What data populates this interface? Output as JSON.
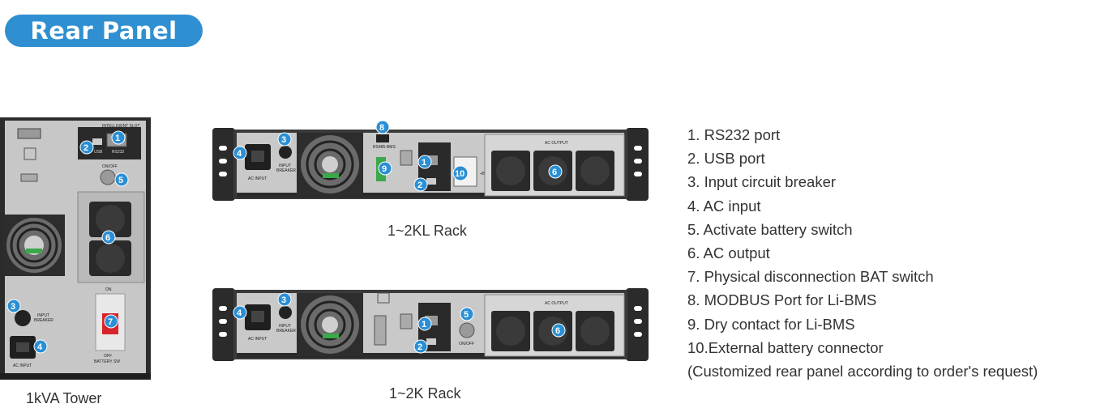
{
  "title": "Rear Panel",
  "captions": {
    "tower": "1kVA Tower",
    "rack_kl": "1~2KL Rack",
    "rack_k": "1~2K Rack"
  },
  "legend": [
    "1. RS232 port",
    "2. USB port",
    "3. Input circuit breaker",
    "4. AC input",
    "5. Activate battery switch",
    "6. AC output",
    "7. Physical disconnection BAT switch",
    "8. MODBUS Port for Li-BMS",
    "9. Dry contact for Li-BMS",
    "10.External battery connector",
    "(Customized rear panel according to order's request)"
  ],
  "panel_labels": {
    "intelligent_slot": "INTELLIGENT SLOT",
    "usb": "USB",
    "rs232": "RS232",
    "on_off": "ON/OFF",
    "ac_output": "AC OUTPUT",
    "input_breaker_l1": "INPUT",
    "input_breaker_l2": "BREAKER",
    "ac_input": "AC INPUT",
    "on": "ON",
    "off": "OFF",
    "battery_sw": "BATTERY SW",
    "rs485_bms": "RS485-BMS",
    "ext_bat": "+BAT-"
  },
  "badges": [
    "1",
    "2",
    "3",
    "4",
    "5",
    "6",
    "7",
    "8",
    "9",
    "10"
  ],
  "colors": {
    "accent": "#2f8fd0",
    "badge": "#2a8fd4",
    "panel": "#c9c9c9",
    "frame": "#3a3a3a"
  }
}
